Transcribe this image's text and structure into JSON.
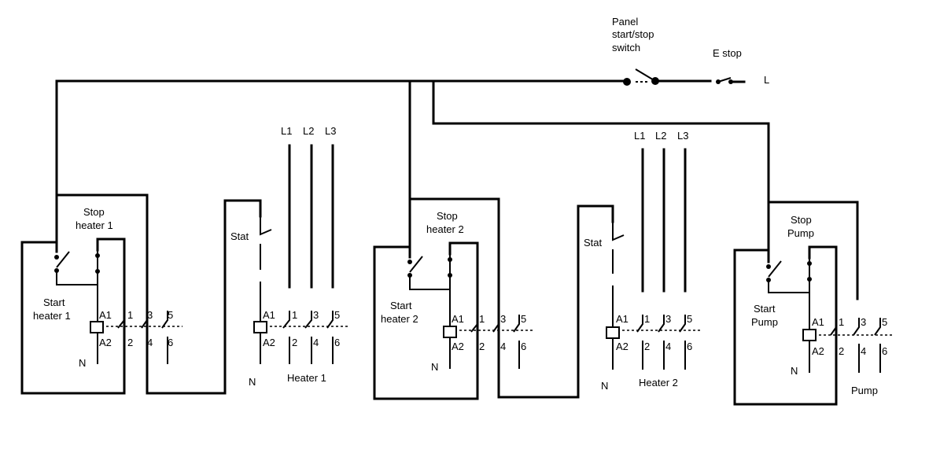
{
  "labels": {
    "panel_switch": [
      "Panel",
      "start/stop",
      "switch"
    ],
    "estop": "E stop",
    "line": "L",
    "neutral": "N",
    "stat": "Stat",
    "phases": [
      "L1",
      "L2",
      "L3"
    ],
    "coil": [
      "A1",
      "A2"
    ],
    "poles_top": [
      "1",
      "3",
      "5"
    ],
    "poles_bottom": [
      "2",
      "4",
      "6"
    ]
  },
  "sections": [
    {
      "stop": [
        "Stop",
        "heater 1"
      ],
      "start": [
        "Start",
        "heater 1"
      ],
      "load": "Heater 1"
    },
    {
      "stop": [
        "Stop",
        "heater 2"
      ],
      "start": [
        "Start",
        "heater 2"
      ],
      "load": "Heater 2"
    },
    {
      "stop": [
        "Stop",
        "Pump"
      ],
      "start": [
        "Start",
        "Pump"
      ],
      "load": "Pump"
    }
  ]
}
